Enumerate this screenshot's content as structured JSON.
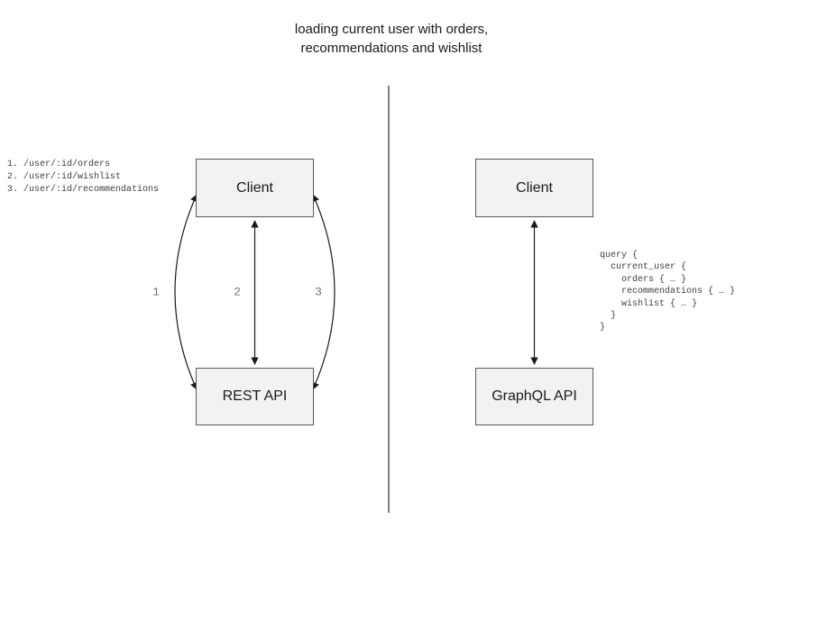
{
  "title": {
    "line1": "loading current user with orders,",
    "line2": "recommendations and wishlist"
  },
  "rest_panel": {
    "client_label": "Client",
    "api_label": "REST API",
    "endpoints": [
      "1. /user/:id/orders",
      "2. /user/:id/wishlist",
      "3. /user/:id/recommendations"
    ],
    "arrow_labels": [
      "1",
      "2",
      "3"
    ]
  },
  "graphql_panel": {
    "client_label": "Client",
    "api_label": "GraphQL API",
    "query_lines": [
      "query {",
      "  current_user {",
      "    orders { … }",
      "    recommendations { … }",
      "    wishlist { … }",
      "  }",
      "}"
    ]
  },
  "colors": {
    "node_fill": "#f2f2f2",
    "node_border": "#595959",
    "arrow": "#1a1a1a",
    "divider": "#808080",
    "arrow_label_text": "#757575",
    "code_text": "#3d3d3d",
    "background": "#ffffff"
  }
}
